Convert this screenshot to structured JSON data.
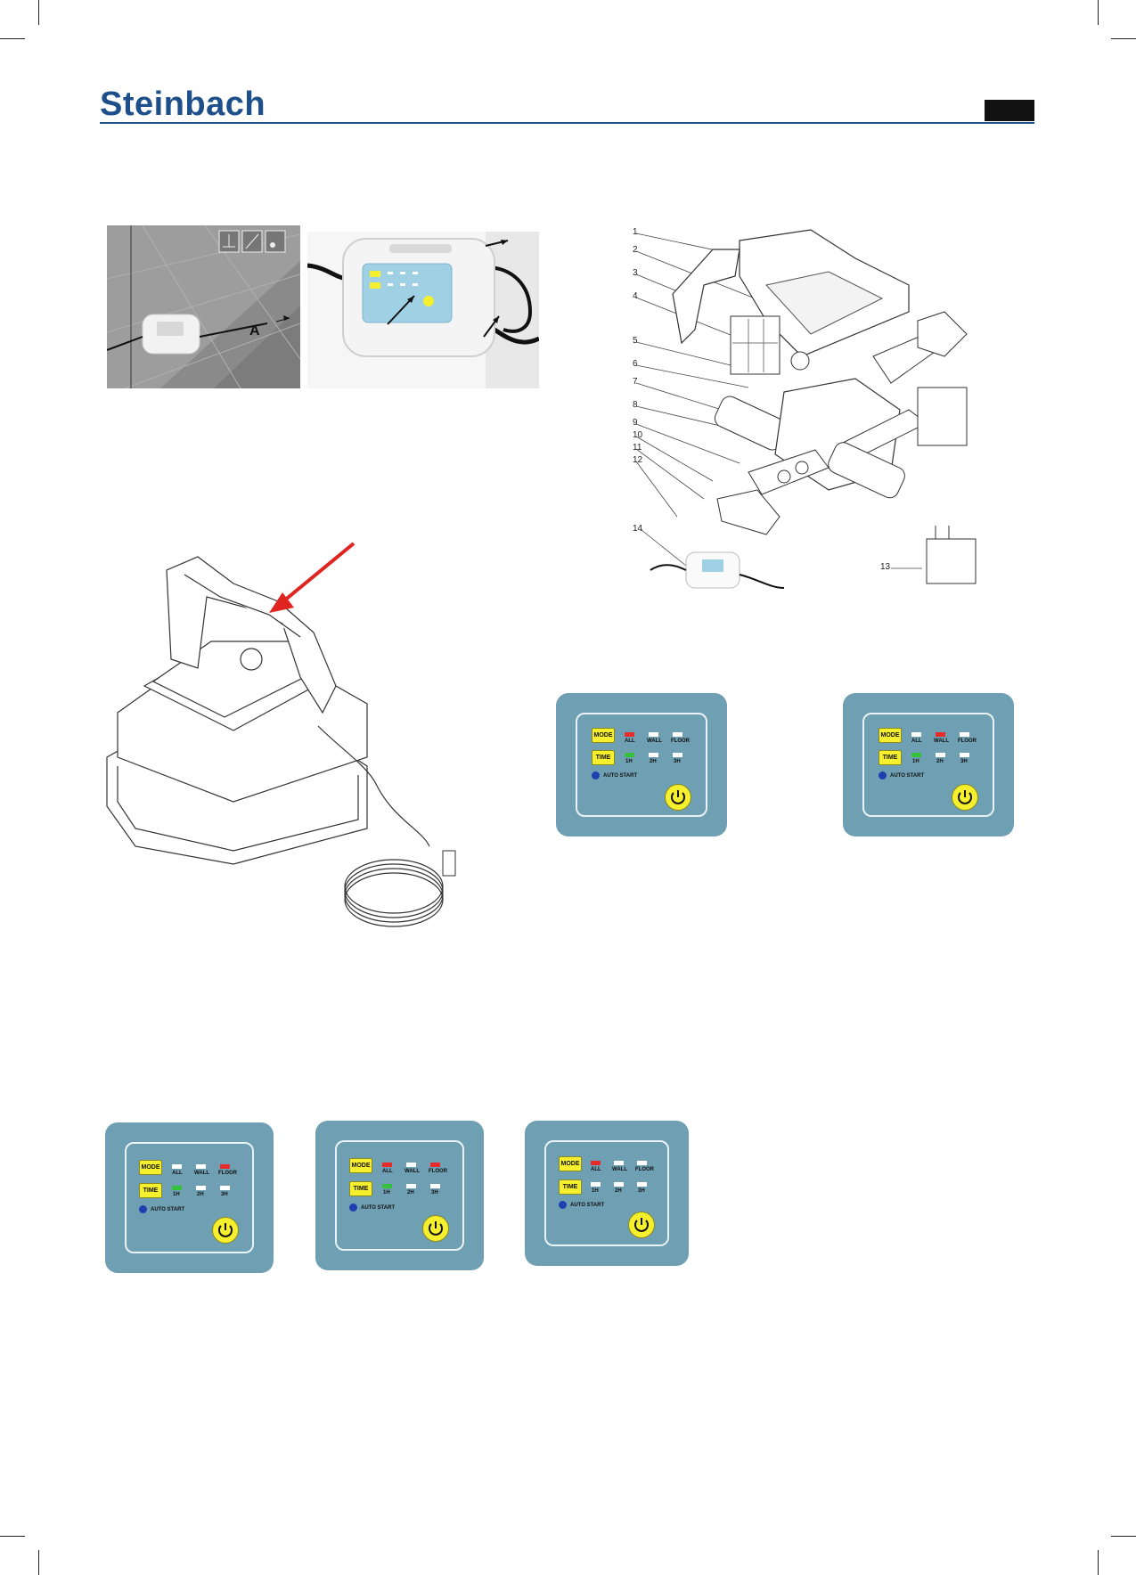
{
  "header": {
    "brand": "Steinbach"
  },
  "figure_top_left": {
    "photo_label_a": "A",
    "icon_names": [
      "depth-sign-icon",
      "sun-no-icon",
      "temperature-icon"
    ]
  },
  "exploded_view": {
    "part_numbers": [
      "1",
      "2",
      "3",
      "4",
      "5",
      "6",
      "7",
      "8",
      "9",
      "10",
      "11",
      "12",
      "13",
      "14"
    ]
  },
  "control_panels": [
    {
      "mode_label": "MODE",
      "time_label": "TIME",
      "mode_labels": [
        "ALL",
        "WALL",
        "FLOOR"
      ],
      "time_labels": [
        "1H",
        "2H",
        "3H"
      ],
      "auto_label": "AUTO START",
      "mode_leds": [
        "red",
        "white",
        "white"
      ],
      "time_leds": [
        "green",
        "white",
        "white"
      ]
    },
    {
      "mode_label": "MODE",
      "time_label": "TIME",
      "mode_labels": [
        "ALL",
        "WALL",
        "FLOOR"
      ],
      "time_labels": [
        "1H",
        "2H",
        "3H"
      ],
      "auto_label": "AUTO START",
      "mode_leds": [
        "white",
        "red",
        "white"
      ],
      "time_leds": [
        "green",
        "white",
        "white"
      ]
    },
    {
      "mode_label": "MODE",
      "time_label": "TIME",
      "mode_labels": [
        "ALL",
        "WALL",
        "FLOOR"
      ],
      "time_labels": [
        "1H",
        "2H",
        "3H"
      ],
      "auto_label": "AUTO START",
      "mode_leds": [
        "white",
        "white",
        "red"
      ],
      "time_leds": [
        "green",
        "white",
        "white"
      ]
    },
    {
      "mode_label": "MODE",
      "time_label": "TIME",
      "mode_labels": [
        "ALL",
        "WALL",
        "FLOOR"
      ],
      "time_labels": [
        "1H",
        "2H",
        "3H"
      ],
      "auto_label": "AUTO START",
      "mode_leds": [
        "red",
        "white",
        "red"
      ],
      "time_leds": [
        "green",
        "white",
        "white"
      ]
    },
    {
      "mode_label": "MODE",
      "time_label": "TIME",
      "mode_labels": [
        "ALL",
        "WALL",
        "FLOOR"
      ],
      "time_labels": [
        "1H",
        "2H",
        "3H"
      ],
      "auto_label": "AUTO START",
      "mode_leds": [
        "red",
        "white",
        "white"
      ],
      "time_leds": [
        "white",
        "white",
        "white"
      ]
    }
  ],
  "colors": {
    "brand_blue": "#1d4f8a",
    "panel_blue": "#6f9fb2",
    "button_yellow": "#f6ef2d",
    "led_red": "#e82a2a",
    "led_green": "#35c23a",
    "arrow_red": "#e0241f"
  }
}
